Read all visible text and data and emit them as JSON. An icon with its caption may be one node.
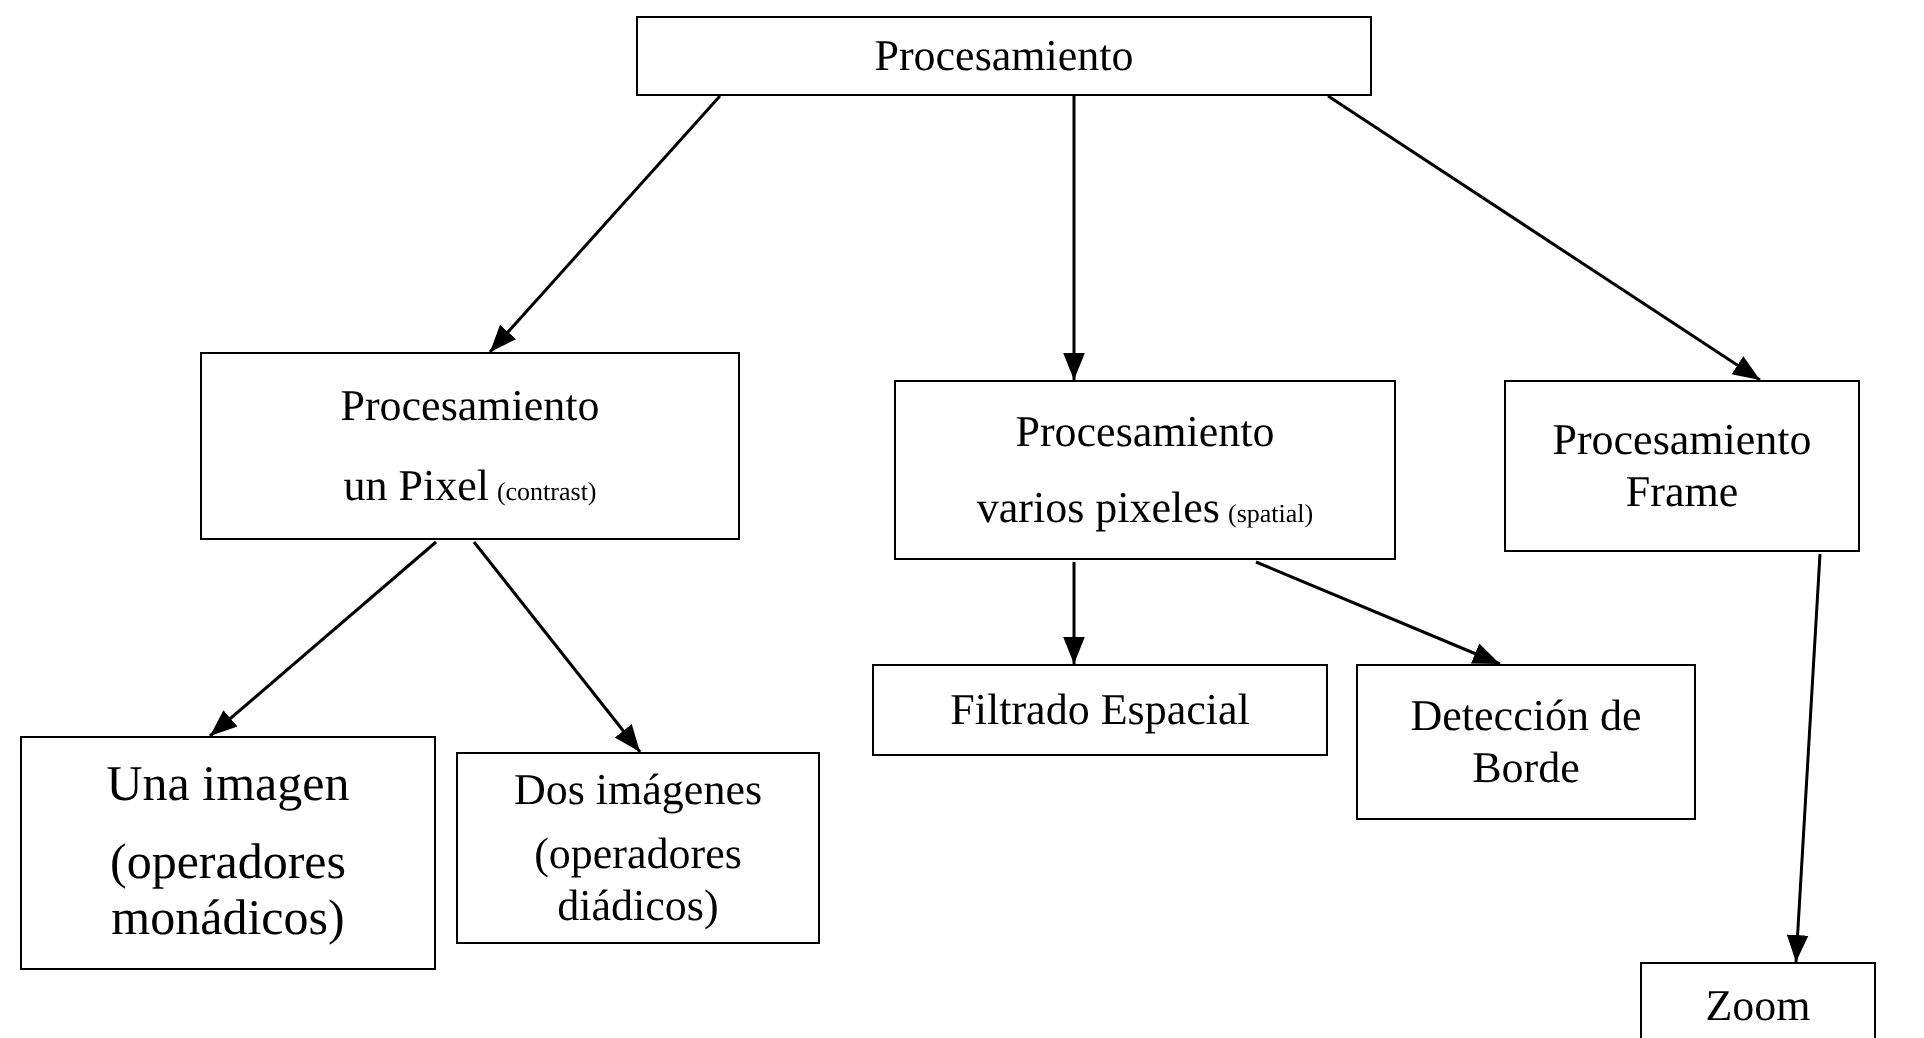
{
  "diagram": {
    "nodes": [
      {
        "text": [
          "Procesamiento"
        ]
      },
      {
        "text": [
          "Procesamiento",
          "un Pixel",
          "(contrast)"
        ]
      },
      {
        "text": [
          "Procesamiento",
          "varios pixeles",
          "(spatial)"
        ]
      },
      {
        "text": [
          "Procesamiento Frame"
        ]
      },
      {
        "text": [
          "Filtrado Espacial"
        ]
      },
      {
        "text": [
          "Detección de Borde"
        ]
      },
      {
        "text": [
          "Una imagen",
          "(operadores monádicos)"
        ]
      },
      {
        "text": [
          "Dos imágenes",
          "(operadores diádicos)"
        ]
      },
      {
        "text": [
          "Zoom"
        ]
      }
    ],
    "edges": [
      {
        "from": 0,
        "to": 1,
        "arrow": "to"
      },
      {
        "from": 0,
        "to": 2,
        "arrow": "to"
      },
      {
        "from": 0,
        "to": 3,
        "arrow": "to"
      },
      {
        "from": 1,
        "to": 6,
        "arrow": "to"
      },
      {
        "from": 1,
        "to": 7,
        "arrow": "to"
      },
      {
        "from": 2,
        "to": 4,
        "arrow": "to"
      },
      {
        "from": 2,
        "to": 5,
        "arrow": "to"
      },
      {
        "from": 3,
        "to": 8,
        "arrow": "to"
      }
    ]
  }
}
